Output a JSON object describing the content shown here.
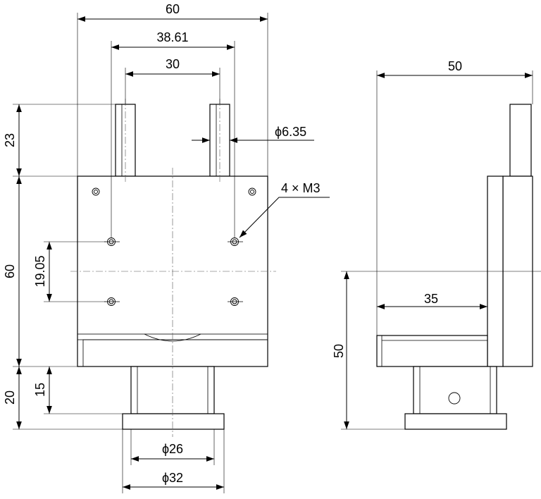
{
  "front_view": {
    "overall_width": "60",
    "pin_spacing_outer": "38.61",
    "pin_spacing": "30",
    "pin_diameter": "ϕ6.35",
    "pin_height": "23",
    "body_height": "60",
    "hole_spacing": "19.05",
    "thread_callout": "4 × M3",
    "base_height": "20",
    "neck_height": "15",
    "neck_diameter": "ϕ26",
    "flange_diameter": "ϕ32"
  },
  "side_view": {
    "overall_depth": "50",
    "plate_depth": "35",
    "axis_height": "50"
  }
}
